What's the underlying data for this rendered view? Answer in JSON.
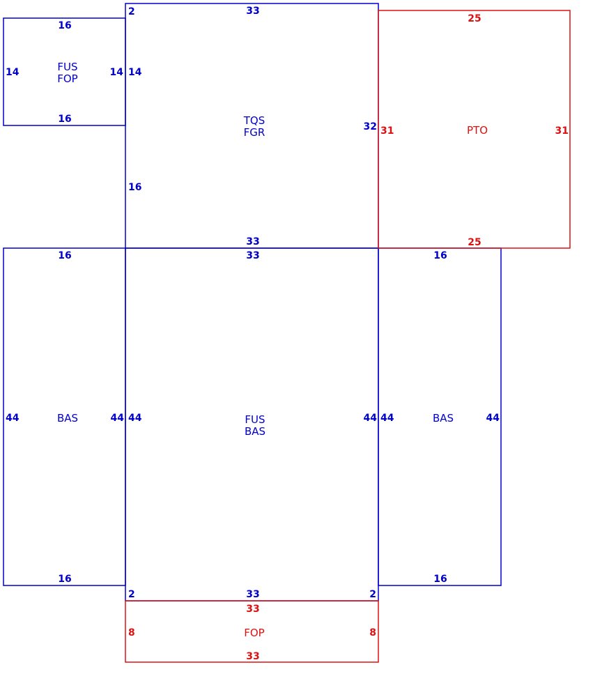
{
  "colors": {
    "blue": "#0000cc",
    "red": "#dd1111"
  },
  "panels": {
    "top_left": {
      "label_line1": "FUS",
      "label_line2": "FOP",
      "dim_top": "16",
      "dim_bottom": "16",
      "dim_left": "14",
      "dim_right": "14"
    },
    "top_center": {
      "label_line1": "TQS",
      "label_line2": "FGR",
      "dim_top": "33",
      "dim_bottom": "33",
      "dim_corner": "2",
      "dim_left_upper": "14",
      "dim_left_lower": "16",
      "dim_right": "32"
    },
    "top_right": {
      "label": "PTO",
      "dim_top": "25",
      "dim_bottom": "25",
      "dim_left": "31",
      "dim_right": "31"
    },
    "mid_left": {
      "label": "BAS",
      "dim_top": "16",
      "dim_bottom": "16",
      "dim_left": "44",
      "dim_right": "44"
    },
    "mid_center": {
      "label_line1": "FUS",
      "label_line2": "BAS",
      "dim_top": "33",
      "dim_bottom": "33",
      "dim_left": "44",
      "dim_right": "44",
      "dim_corner_bl": "2",
      "dim_corner_br": "2"
    },
    "mid_right": {
      "label": "BAS",
      "dim_top": "16",
      "dim_bottom": "16",
      "dim_left": "44",
      "dim_right": "44"
    },
    "bottom": {
      "label": "FOP",
      "dim_top": "33",
      "dim_bottom": "33",
      "dim_left": "8",
      "dim_right": "8"
    }
  }
}
